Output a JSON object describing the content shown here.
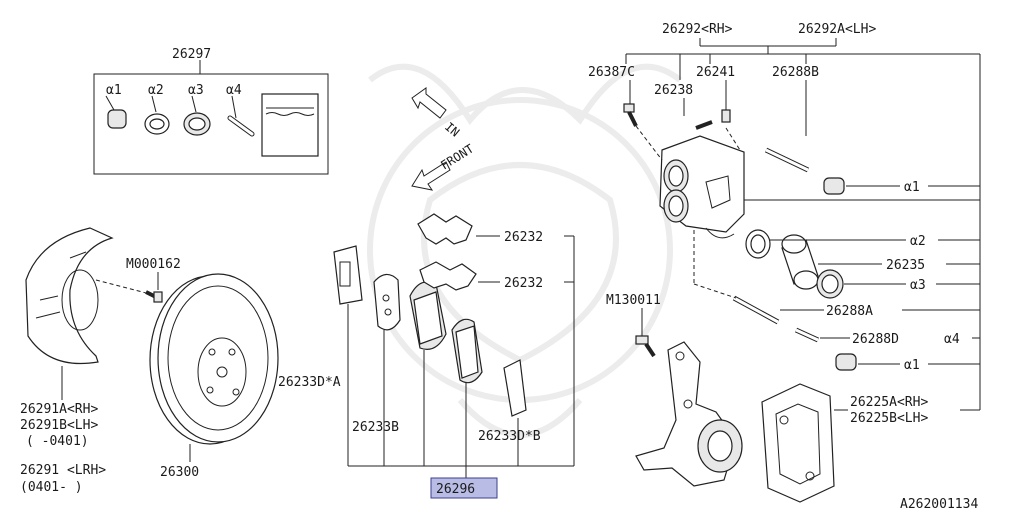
{
  "labels": {
    "kit": "26297",
    "kit_a1": "α1",
    "kit_a2": "α2",
    "kit_a3": "α3",
    "kit_a4": "α4",
    "caliper_rh_lh_left": "26292<RH>",
    "caliper_rh_lh_right": "26292A<LH>",
    "bolt_26387c": "26387C",
    "bleeder_26241": "26241",
    "pin_26238": "26238",
    "pin_26288b": "26288B",
    "ref_a1_top": "α1",
    "spring_top": "26232",
    "spring_bottom": "26232",
    "seal_a2": "α2",
    "piston": "26235",
    "boot_a3": "α3",
    "pin_26288a": "26288A",
    "pin_26288d": "26288D",
    "pin_a4": "α4",
    "ref_a1_bottom": "α1",
    "bolt_m130011": "M130011",
    "bolt_m000162": "M000162",
    "shim_a": "26233D*A",
    "shim_b_left": "26233B",
    "shim_b_right": "26233D*B",
    "pad_kit": "26296",
    "support_rh": "26225A<RH>",
    "support_lh": "26225B<LH>",
    "cover_a": "26291A<RH>",
    "cover_b": "26291B<LH>",
    "cover_range_a": "(   -0401)",
    "cover_lrh": "26291 <LRH>",
    "cover_range_b": "(0401-   )",
    "rotor": "26300",
    "arrow_in": "IN",
    "arrow_front": "FRONT",
    "diagram_id": "A262001134"
  },
  "colors": {
    "line": "#222222",
    "highlight_fill": "#b9bde6",
    "highlight_border": "#3b3f8f",
    "watermark": "#ececec"
  }
}
